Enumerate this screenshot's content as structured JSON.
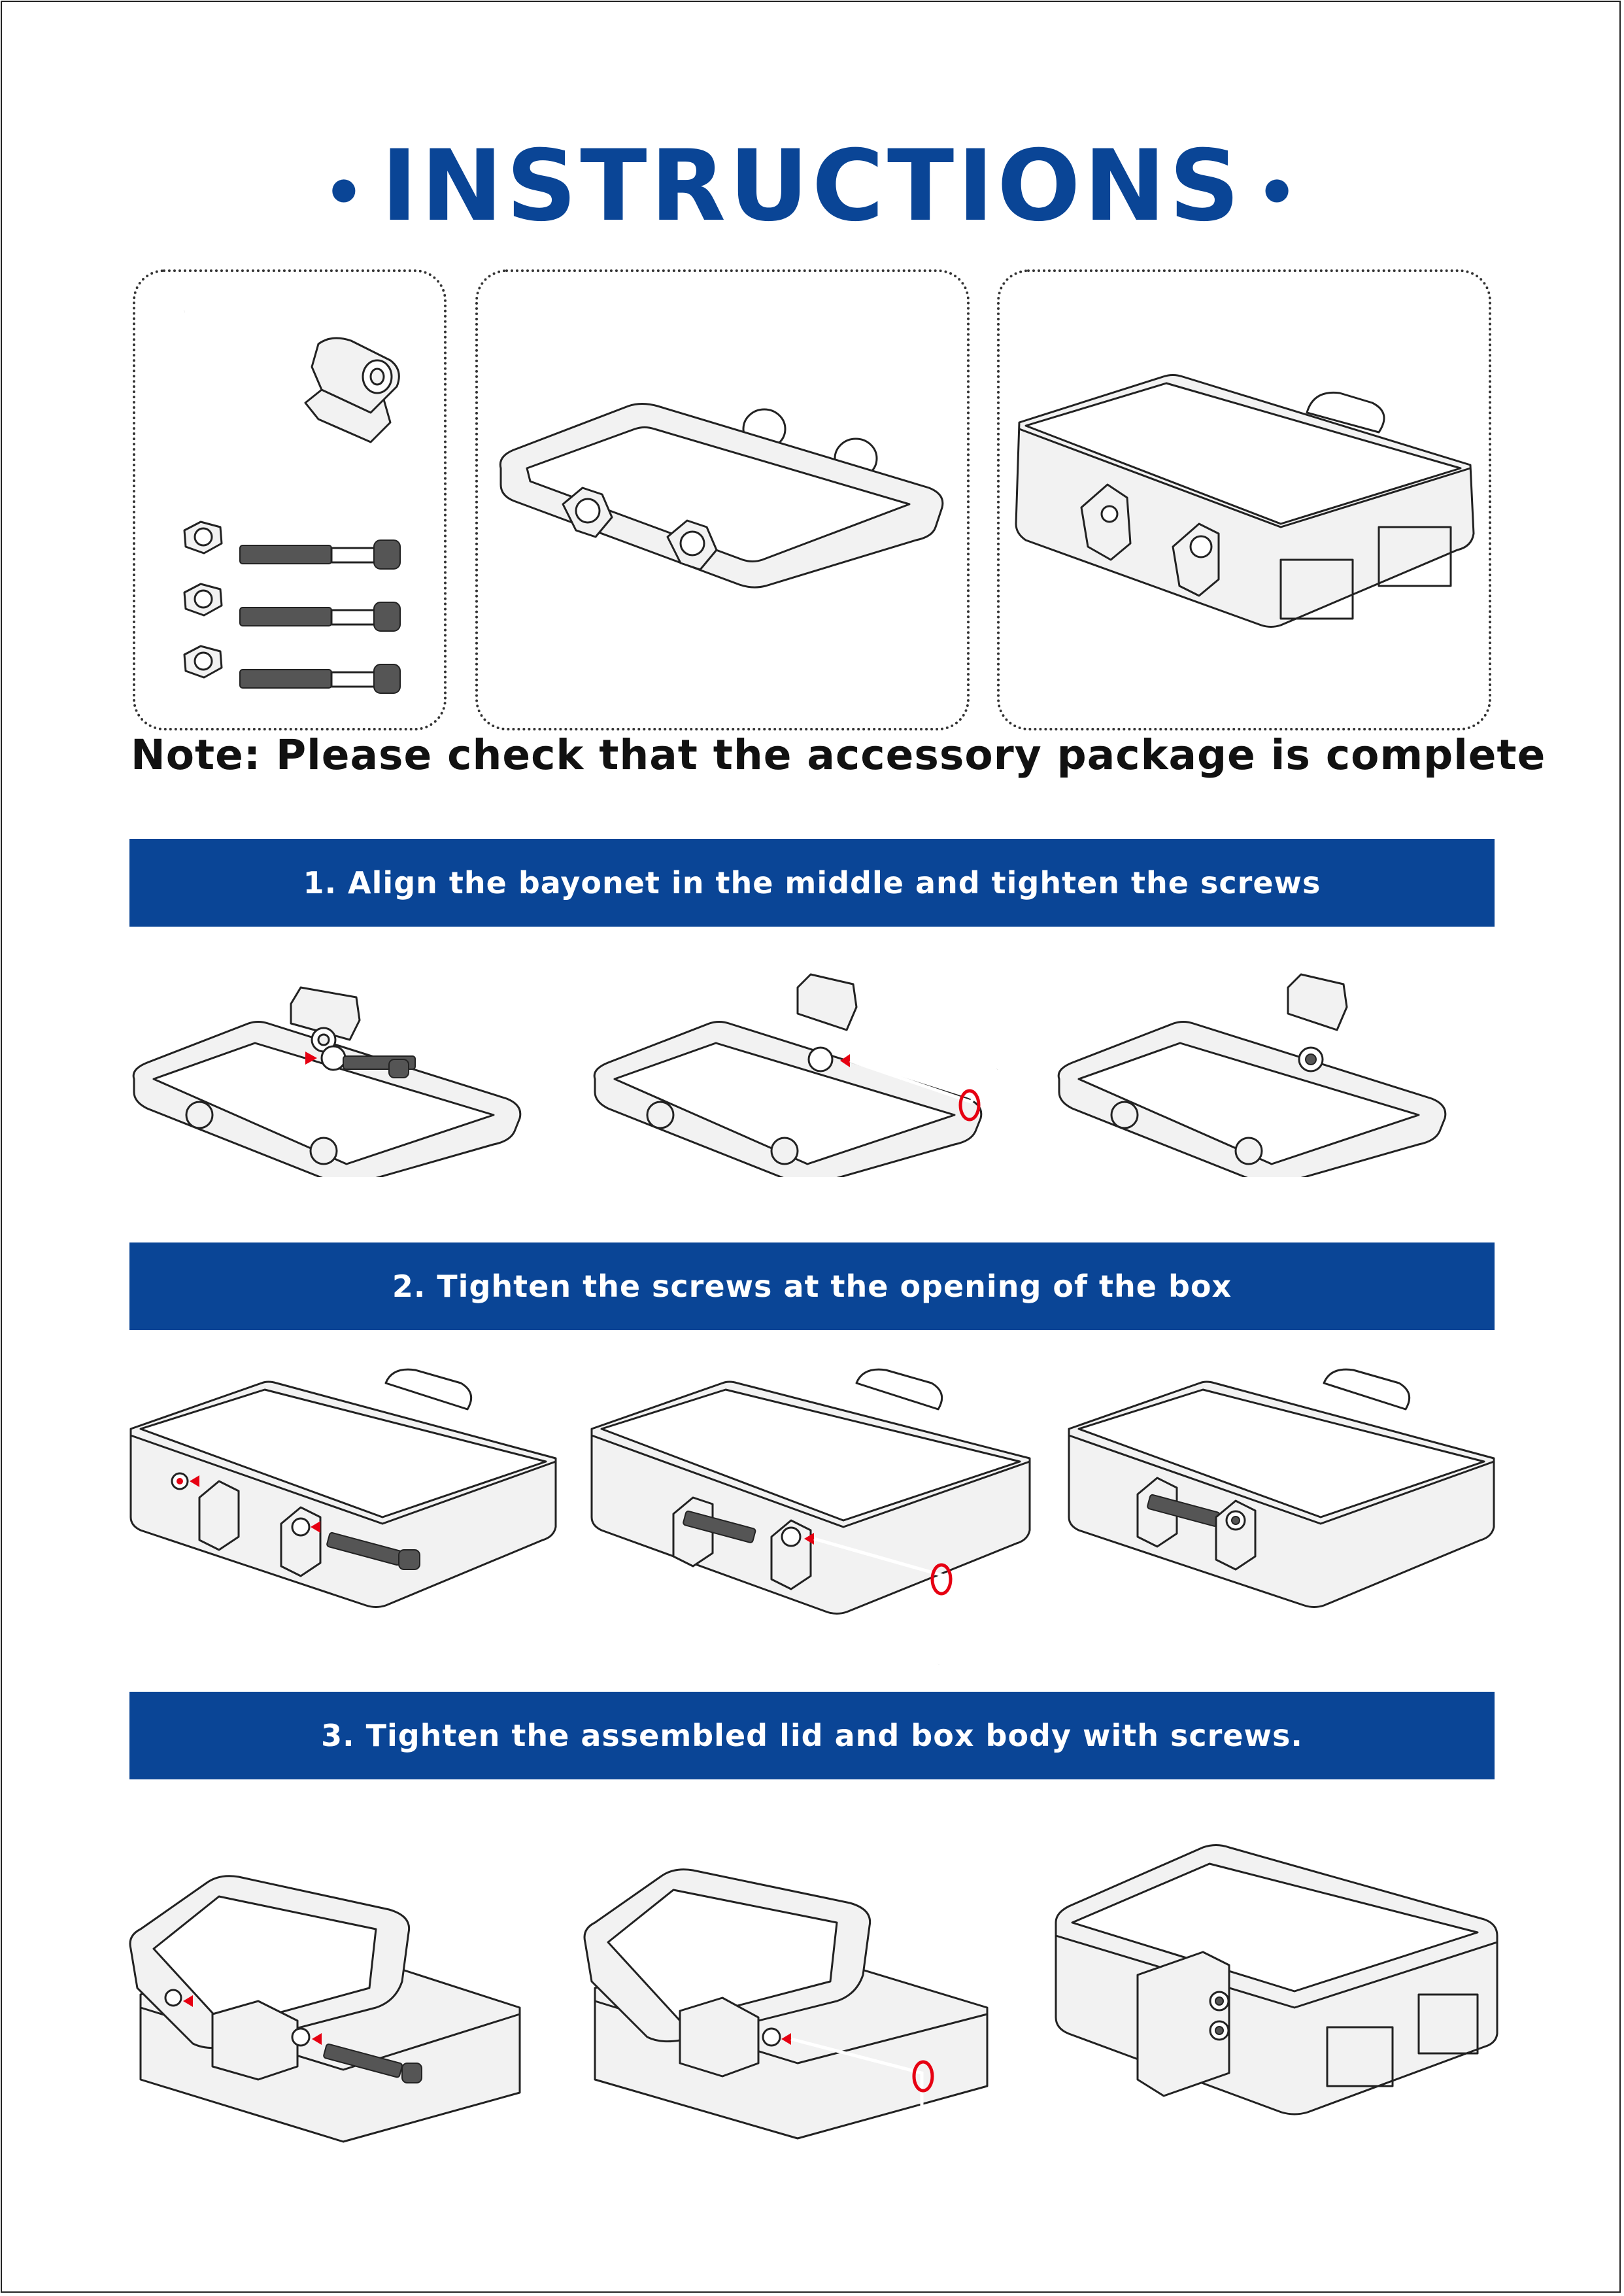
{
  "page": {
    "title": "INSTRUCTIONS",
    "title_dot": "•",
    "note": "Note: Please check that the accessory package is complete",
    "accent_color": "#0a4596",
    "arrow_color": "#e60012"
  },
  "accessories": {
    "items": [
      "hex-key-icon",
      "bayonet-hinge-icon",
      "hex-nut-icon",
      "socket-screw-icon",
      "lid-icon",
      "box-body-icon"
    ]
  },
  "steps": [
    {
      "label": "1. Align the bayonet in the middle and tighten the screws"
    },
    {
      "label": "2. Tighten the screws at the opening of the box"
    },
    {
      "label": "3. Tighten the assembled lid and box body with screws."
    }
  ]
}
